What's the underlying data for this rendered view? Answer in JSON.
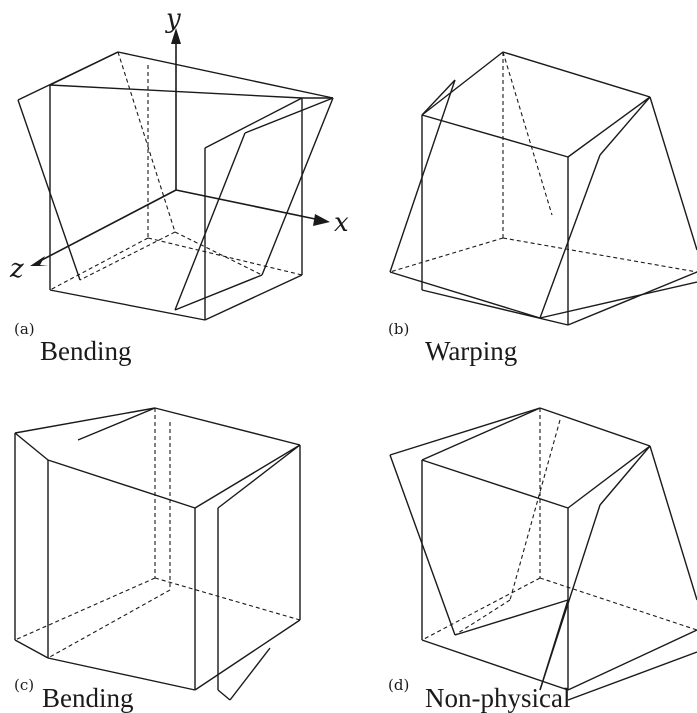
{
  "axes": {
    "x": "x",
    "y": "y",
    "z": "z"
  },
  "panels": [
    {
      "letter": "(a)",
      "caption": "Bending"
    },
    {
      "letter": "(b)",
      "caption": "Warping"
    },
    {
      "letter": "(c)",
      "caption": "Bending"
    },
    {
      "letter": "(d)",
      "caption": "Non-physical"
    }
  ]
}
